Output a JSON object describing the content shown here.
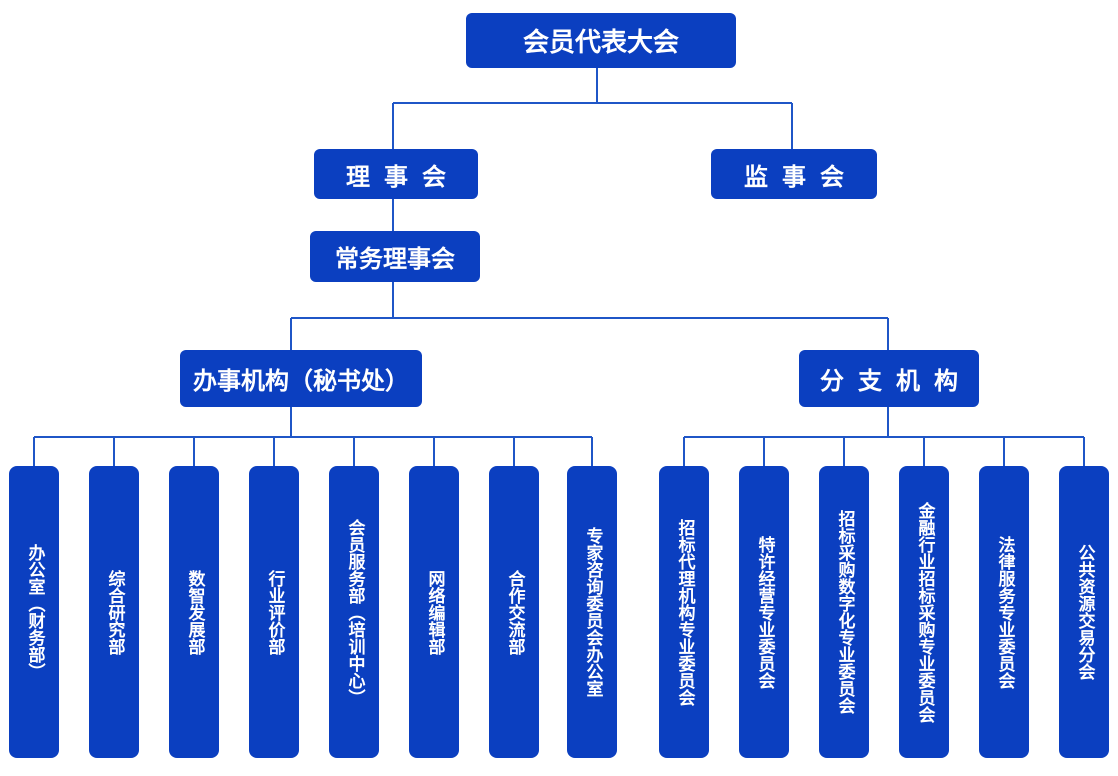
{
  "top": {
    "assembly": "会员代表大会"
  },
  "second": {
    "council": "理事会",
    "supervisors": "监事会"
  },
  "standing": "常务理事会",
  "branches": {
    "office": "办事机构（秘书处）",
    "sub": "分支机构"
  },
  "office_departments": [
    "办公室（财务部）",
    "综合研究部",
    "数智发展部",
    "行业评价部",
    "会员服务部（培训中心）",
    "网络编辑部",
    "合作交流部",
    "专家咨询委员会办公室"
  ],
  "sub_committees": [
    "招标代理机构专业委员会",
    "特许经营专业委员会",
    "招标采购数字化专业委员会",
    "金融行业招标采购专业委员会",
    "法律服务专业委员会",
    "公共资源交易分会"
  ],
  "colors": {
    "box": "#0b3fc0",
    "line": "#1f56c7",
    "text": "#ffffff"
  }
}
